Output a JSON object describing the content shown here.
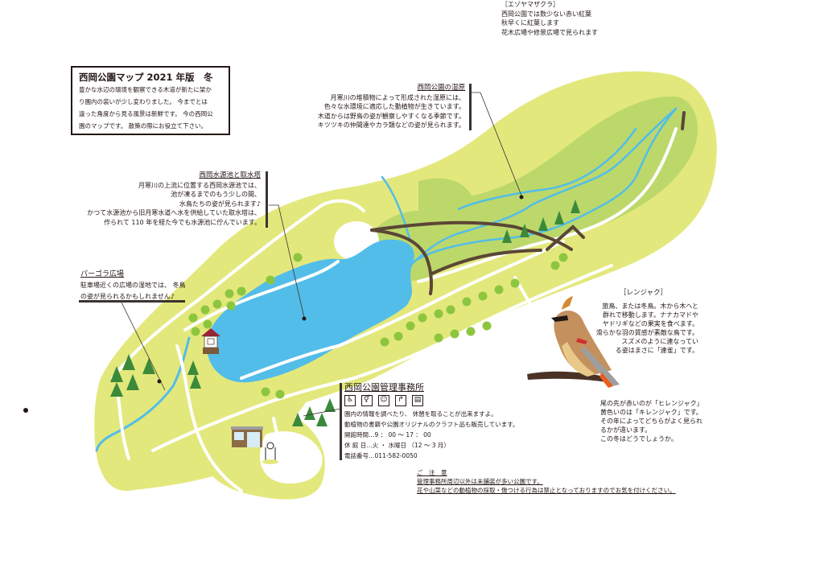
{
  "colors": {
    "park_light": "#e3e87c",
    "marsh_green": "#bcd86a",
    "water": "#52bde9",
    "path": "#ffffff",
    "boardwalk": "#5b4636",
    "conifer": "#3b8a3a",
    "deciduous": "#8cc63f",
    "text": "#231815",
    "roof": "#9b2335"
  },
  "title_box": {
    "heading": "西岡公園マップ 2021 年版　冬",
    "lines": [
      "豊かな水辺の環境を観察できる木道が新たに架か",
      "り園内の装いが少し変わりました。 今までとは",
      "違った角度から見る風景は新鮮です。 今の西岡公",
      "園のマップです。 散策の際にお役立て下さい。"
    ]
  },
  "ezoyamazakura": {
    "title": "［エゾヤマザクラ］",
    "lines": [
      "西岡公園では数少ない赤い紅葉",
      "秋早くに紅葉します",
      "花木広場や修景広場で見られます"
    ]
  },
  "marsh": {
    "title": "西岡公園の湿原",
    "lines": [
      "月寒川の堆積物によって形成された湿原には、",
      "色々な水環境に適応した動植物が生きています。",
      "木道からは野鳥の姿が観察しやすくなる季節です。",
      "キツツキの仲間達やカラ類などの姿が見られます。"
    ]
  },
  "reservoir": {
    "title": "西岡水源池と取水塔",
    "lines": [
      "月寒川の上流に位置する西岡水源池では、",
      "池が凍るまでのもう少しの間、",
      "水鳥たちの姿が見られます♪",
      "かつて水源池から旧月寒水道へ水を供給していた取水塔は、",
      "作られて 110 年を経た今でも水源池に佇んでいます。"
    ]
  },
  "pergola": {
    "title": "パーゴラ広場",
    "lines": [
      "駐車場近くの広場の湿地では、 冬鳥",
      "の姿が見られるかもしれません♪"
    ]
  },
  "office": {
    "title": "西岡公園管理事務所",
    "icons": [
      {
        "name": "wheelchair-icon",
        "glyph": "♿"
      },
      {
        "name": "restroom-icon",
        "glyph": "🚻"
      },
      {
        "name": "baby-care-icon",
        "glyph": "👶"
      },
      {
        "name": "water-fountain-icon",
        "glyph": "⛲"
      },
      {
        "name": "info-board-icon",
        "glyph": "ℹ"
      }
    ],
    "lines": [
      "園内の情報を調べたり、 休憩を取ることが出来ますよ。",
      "動植物の書籍や公園オリジナルのクラフト品も販売しています。",
      "開館時間…9 ： 00 ～ 17 ： 00",
      "休 館 日…火 ・ 水曜日 （12 ～ 3 月）",
      "電話番号…011-582-0050"
    ]
  },
  "renjaku": {
    "title": "［レンジャク］",
    "lines": [
      "旅鳥、または冬鳥。木から木へと",
      "群れで移動します。ナナカマドや",
      "ヤドリギなどの果実を食べます。",
      "滑らかな羽の質感が素敵な鳥です。",
      "スズメのように連なってい",
      "る姿はまさに「連雀」です。"
    ],
    "lines2": [
      "尾の先が赤いのが「ヒレンジャク」",
      "黄色いのは「キレンジャク」です。",
      "その年によってどちらがよく見られ",
      "るかが違います。",
      "この冬はどうでしょうか。"
    ]
  },
  "notice": {
    "title": "ご　注　意",
    "lines": [
      "管理事務所周辺以外は未舗装が多い公園です。",
      "花や山菜などの動植物の採取・傷つける行為は禁止となっておりますのでお気を付けください。"
    ]
  }
}
